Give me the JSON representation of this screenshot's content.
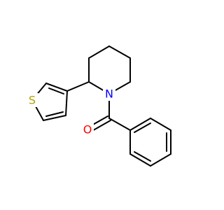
{
  "molecule": {
    "atoms": [
      {
        "id": "atom-s",
        "label": "S",
        "color": "#b2a200"
      },
      {
        "id": "atom-n",
        "label": "N",
        "color": "#0000ff"
      },
      {
        "id": "atom-o",
        "label": "O",
        "color": "#ff0000"
      }
    ]
  }
}
